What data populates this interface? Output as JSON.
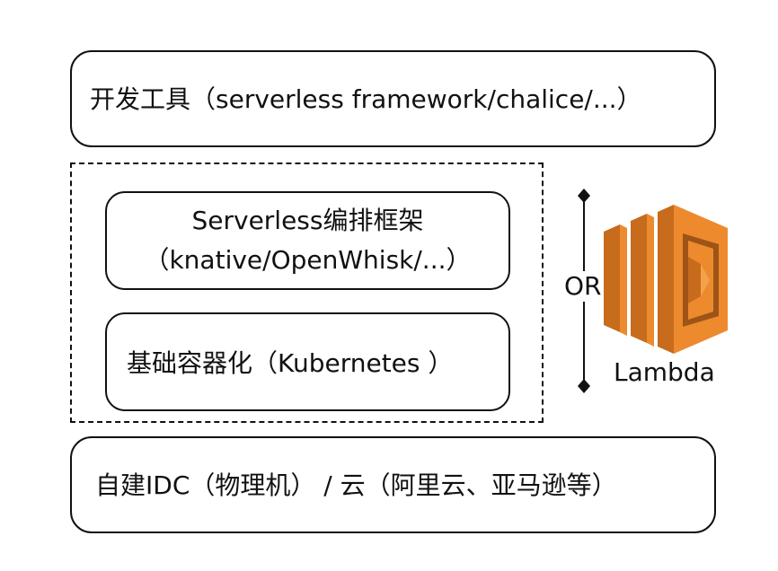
{
  "layers": {
    "dev_tools": "开发工具（serverless framework/chalice/...）",
    "orchestration_line1": "Serverless编排框架",
    "orchestration_line2": "（knative/OpenWhisk/...）",
    "container": "基础容器化（Kubernetes ）",
    "infrastructure": "自建IDC（物理机） / 云（阿里云、亚马逊等）"
  },
  "alternative": {
    "or_label": "OR",
    "lambda_label": "Lambda"
  },
  "colors": {
    "lambda_orange": "#ED8A2E",
    "lambda_dark": "#C76B1C",
    "outline": "#111111"
  },
  "icons": {
    "lambda_logo": "aws-lambda-icon",
    "or_arrow": "double-diamond-arrow-icon"
  }
}
